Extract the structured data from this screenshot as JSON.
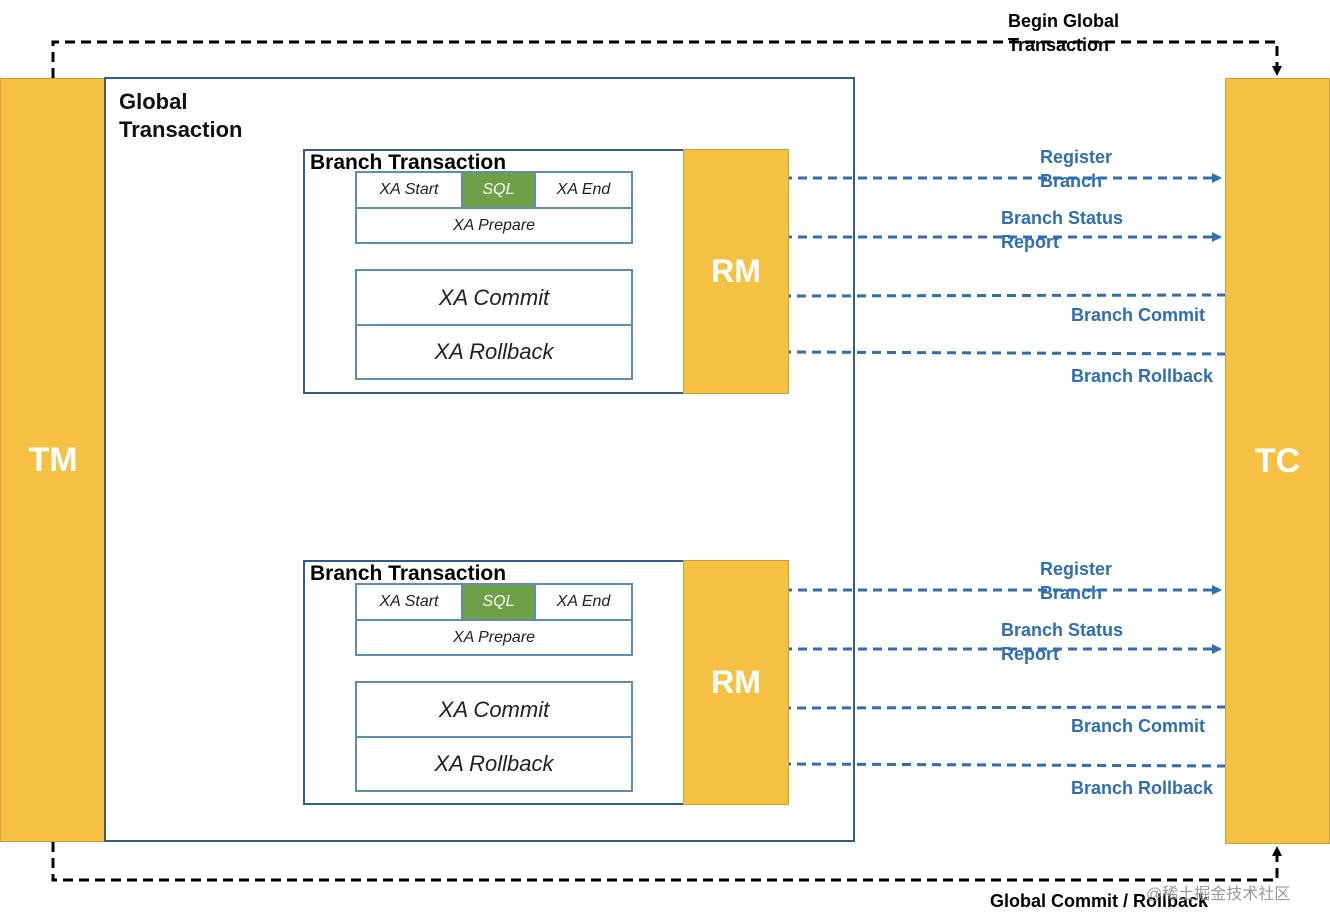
{
  "tm_label": "TM",
  "tc_label": "TC",
  "global_transaction_title": "Global\nTransaction",
  "begin_global_label": "Begin Global\nTransaction",
  "global_commit_label": "Global Commit / Rollback",
  "watermark": "@稀土掘金技术社区",
  "colors": {
    "bar_fill": "#F4C142",
    "sql_fill": "#6FA048",
    "flow_blue": "#2E6FB3",
    "box_border": "#2E5E8E"
  },
  "branches": [
    {
      "title": "Branch Transaction",
      "xa_start": "XA Start",
      "sql": "SQL",
      "xa_end": "XA End",
      "xa_prepare": "XA Prepare",
      "xa_commit": "XA Commit",
      "xa_rollback": "XA Rollback",
      "rm": "RM",
      "register_branch": "Register\nBranch",
      "branch_status_report": "Branch Status\nReport",
      "branch_commit": "Branch Commit",
      "branch_rollback": "Branch Rollback"
    },
    {
      "title": "Branch Transaction",
      "xa_start": "XA Start",
      "sql": "SQL",
      "xa_end": "XA End",
      "xa_prepare": "XA Prepare",
      "xa_commit": "XA Commit",
      "xa_rollback": "XA Rollback",
      "rm": "RM",
      "register_branch": "Register\nBranch",
      "branch_status_report": "Branch Status\nReport",
      "branch_commit": "Branch Commit",
      "branch_rollback": "Branch Rollback"
    }
  ]
}
